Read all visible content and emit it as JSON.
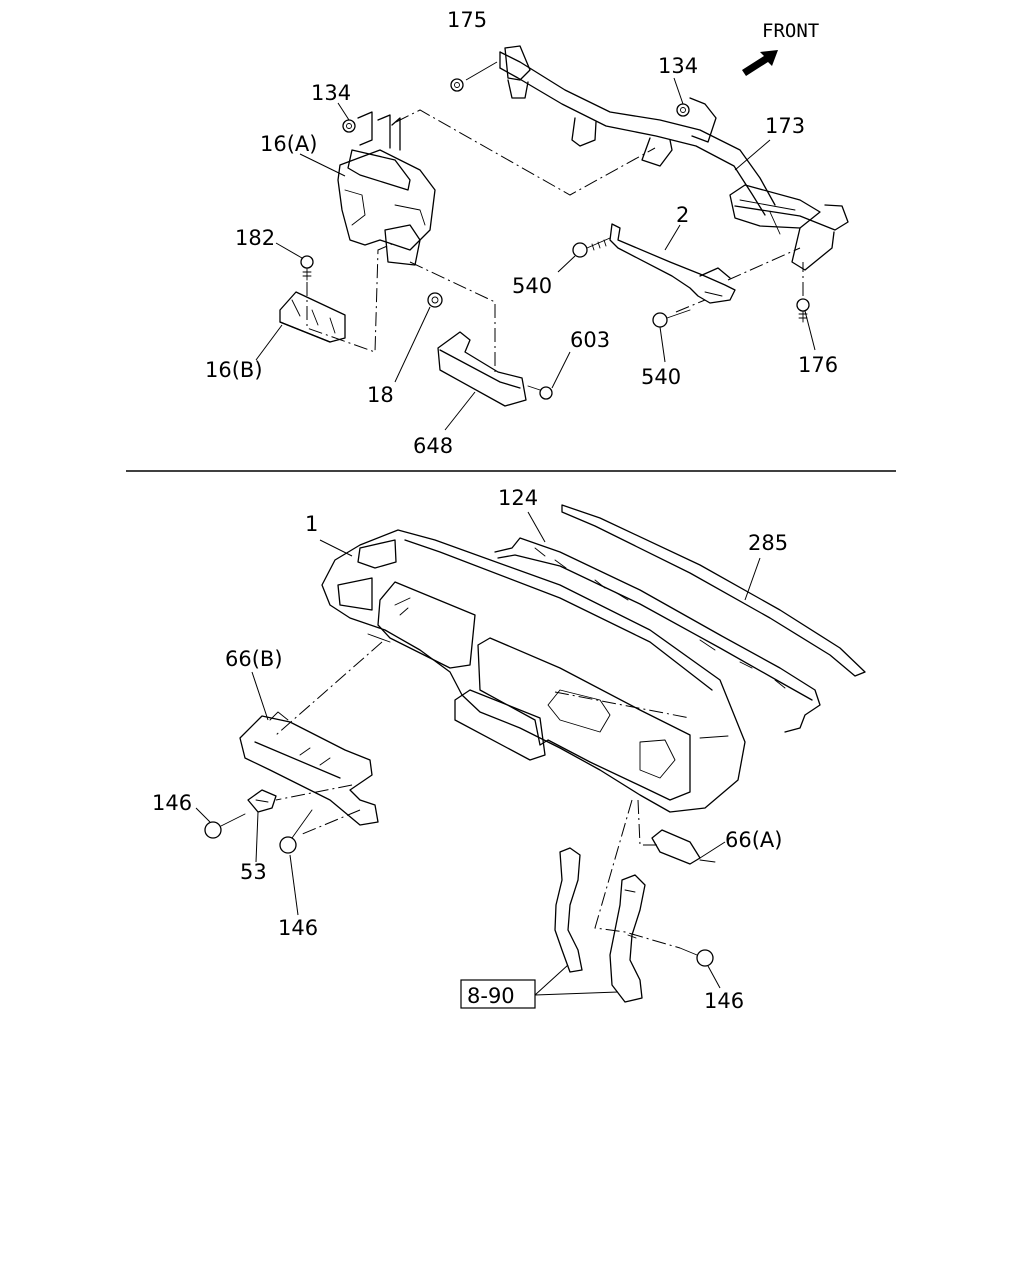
{
  "front_label": "FRONT",
  "callouts": {
    "c175": "175",
    "c134a": "134",
    "c134b": "134",
    "c16a": "16(A)",
    "c173": "173",
    "c2": "2",
    "c182": "182",
    "c540a": "540",
    "c16b": "16(B)",
    "c603": "603",
    "c18": "18",
    "c540b": "540",
    "c176": "176",
    "c648": "648",
    "c124": "124",
    "c1": "1",
    "c285": "285",
    "c66b": "66(B)",
    "c146a": "146",
    "c66a": "66(A)",
    "c53": "53",
    "c146b": "146",
    "c146c": "146",
    "c890": "8-90"
  }
}
